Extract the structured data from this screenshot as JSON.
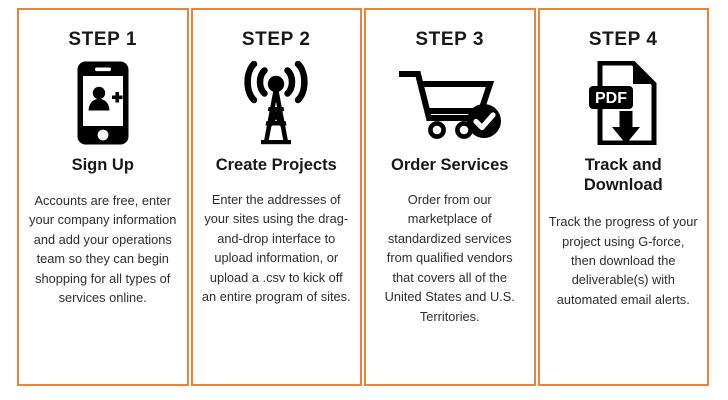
{
  "theme": {
    "border_color": "#e8843c",
    "background": "#ffffff",
    "heading_color": "#18181a",
    "body_text_color": "#2e2e2e",
    "icon_color": "#000000"
  },
  "steps": [
    {
      "label": "STEP 1",
      "icon": "mobile-add-user-icon",
      "title": "Sign Up",
      "description": "Accounts are free, enter your company information and add your operations team so they can begin shopping for all types of services online."
    },
    {
      "label": "STEP 2",
      "icon": "broadcast-tower-icon",
      "title": "Create Projects",
      "description": "Enter the addresses of your sites using the drag-and-drop interface to upload information, or upload a .csv to kick off an entire program of sites."
    },
    {
      "label": "STEP 3",
      "icon": "shopping-cart-check-icon",
      "title": "Order Services",
      "description": "Order from our marketplace of standardized services from qualified vendors that covers all of the United States and U.S. Territories."
    },
    {
      "label": "STEP 4",
      "icon": "pdf-download-icon",
      "title": "Track and Download",
      "description": "Track the progress of your project using G-force, then download the deliverable(s) with automated email alerts."
    }
  ]
}
